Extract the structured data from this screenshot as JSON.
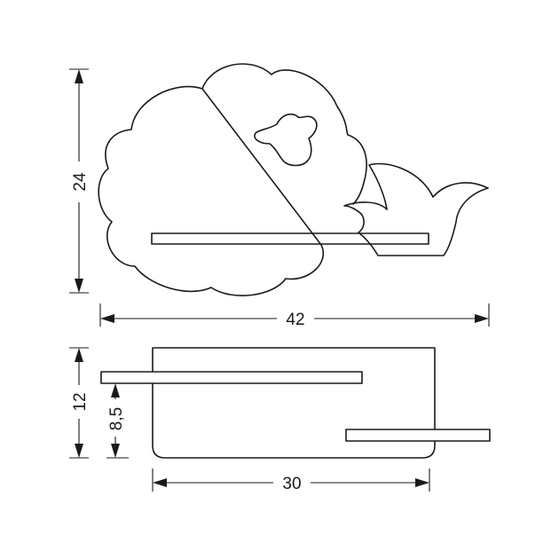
{
  "drawing": {
    "dimensions": {
      "top_height": "24",
      "top_width": "42",
      "bottom_height": "12",
      "bottom_shelf_height": "8,5",
      "bottom_width": "30"
    }
  }
}
